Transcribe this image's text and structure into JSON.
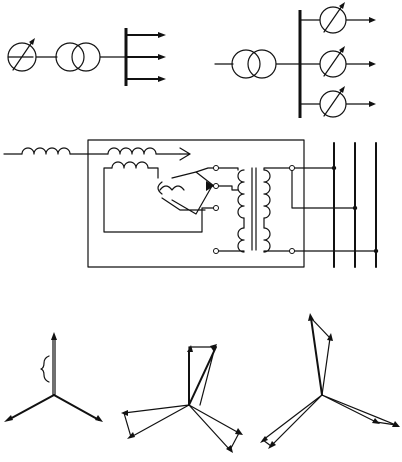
{
  "figure": {
    "background": "#ffffff",
    "stroke": "#111111"
  },
  "panels": [
    {
      "name": "regulator-transformer-to-bus",
      "icon": "voltage-regulator-icon"
    },
    {
      "name": "transformer-to-bus-with-feeder-regulators",
      "icon": "voltage-regulator-icon"
    },
    {
      "name": "regulator-internal-schematic",
      "icon": "transformer-winding-icon"
    },
    {
      "name": "phasor-diagrams",
      "icon": "phasor-arrow-icon"
    }
  ]
}
